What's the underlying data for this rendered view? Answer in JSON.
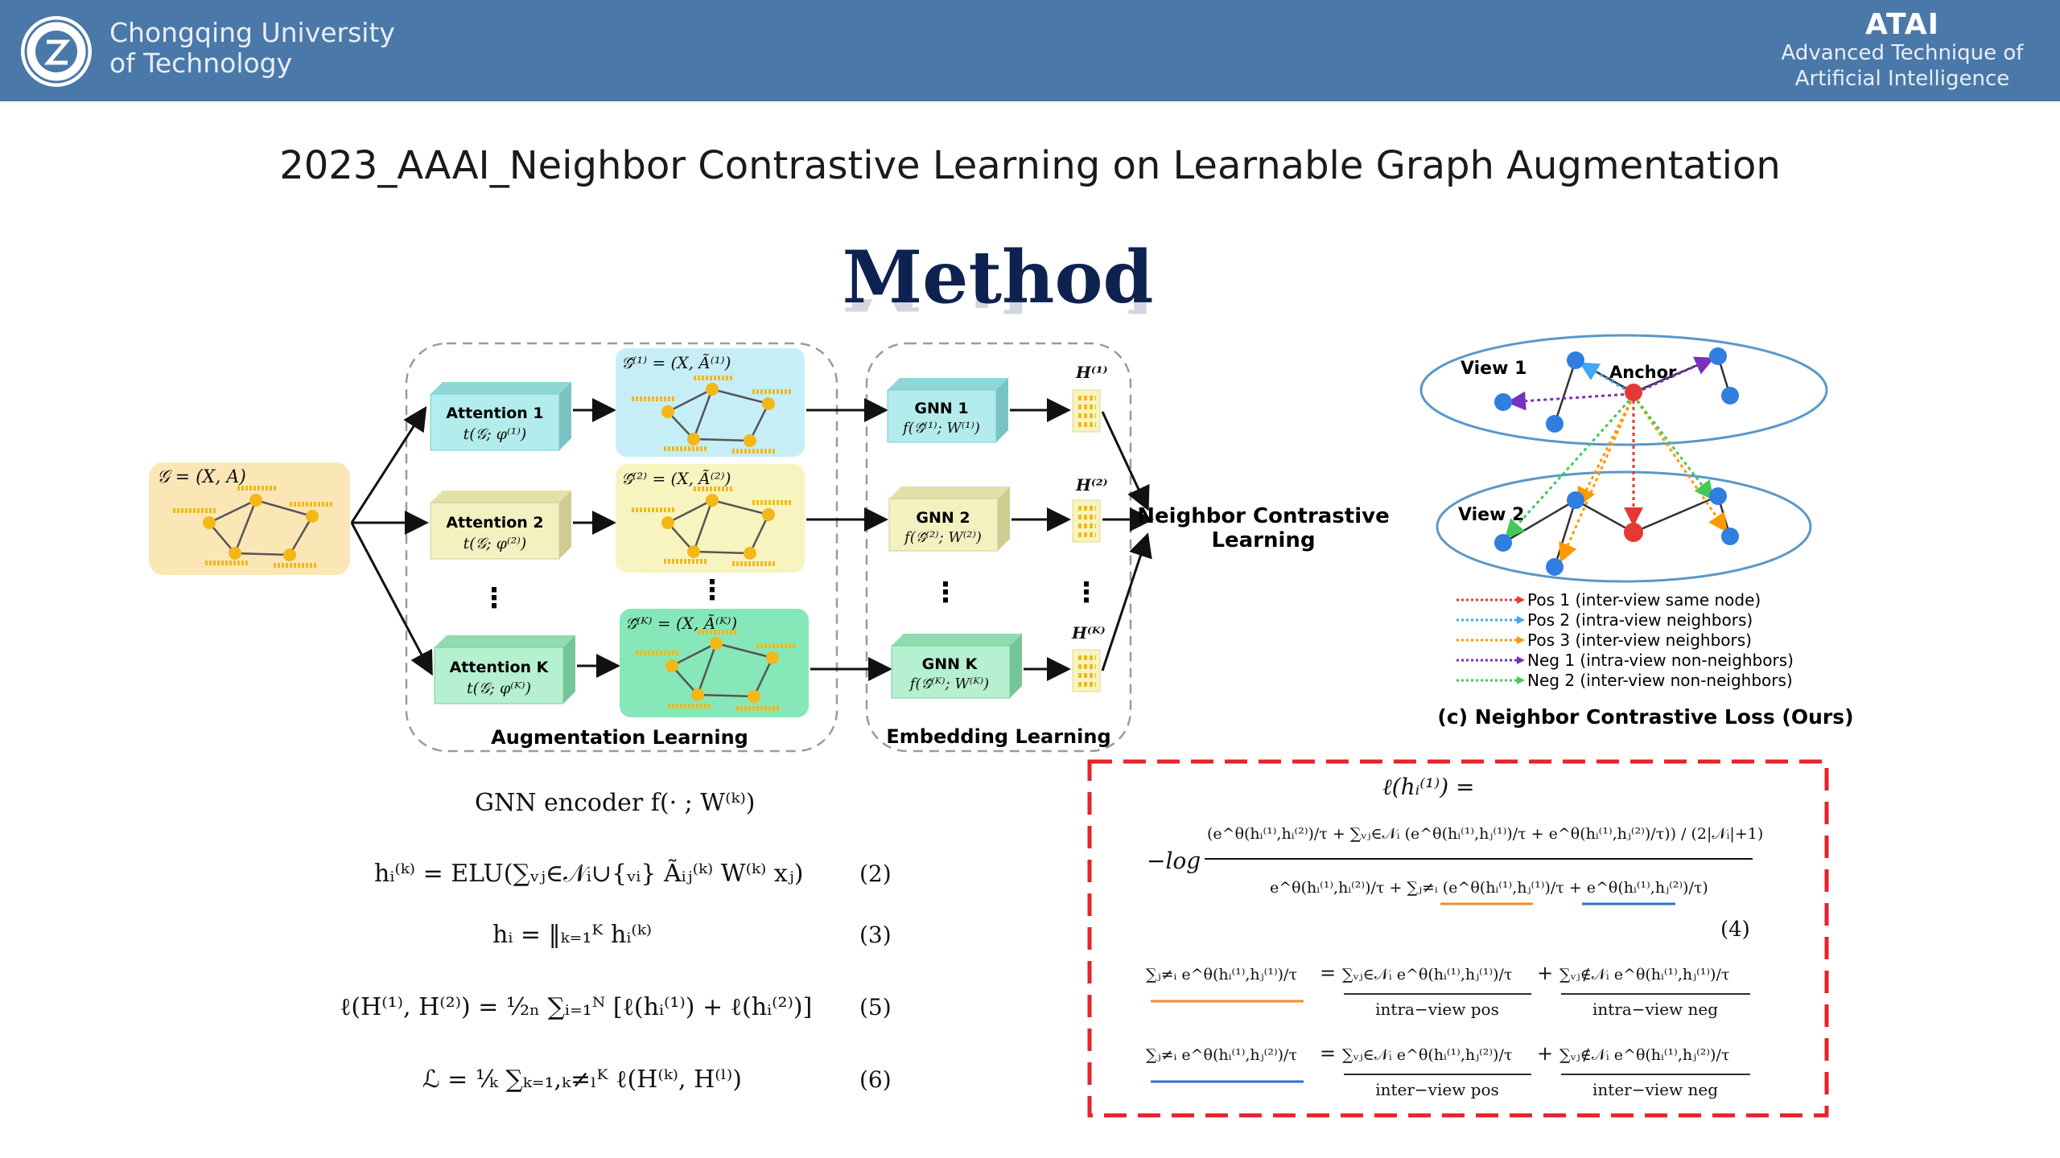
{
  "header": {
    "university_line1": "Chongqing University",
    "university_line2": "of Technology",
    "brand": "ATAI",
    "brand_sub1": "Advanced Technique of",
    "brand_sub2": "Artificial  Intelligence"
  },
  "slide_title": "2023_AAAI_Neighbor Contrastive Learning on Learnable Graph Augmentation",
  "method_title": "Method",
  "pipeline": {
    "input_graph": "𝒢 = (X, A)",
    "attention": [
      {
        "name": "Attention 1",
        "formula": "t(𝒢; φ⁽¹⁾)"
      },
      {
        "name": "Attention 2",
        "formula": "t(𝒢; φ⁽²⁾)"
      },
      {
        "name": "Attention K",
        "formula": "t(𝒢; φ⁽ᴷ⁾)"
      }
    ],
    "aug_graphs": [
      "𝒢̃⁽¹⁾ = (X, Ã⁽¹⁾)",
      "𝒢̃⁽²⁾ = (X, Ã⁽²⁾)",
      "𝒢̃⁽ᴷ⁾ = (X, Ã⁽ᴷ⁾)"
    ],
    "gnn": [
      {
        "name": "GNN 1",
        "formula": "f(𝒢̃⁽¹⁾; W⁽¹⁾)"
      },
      {
        "name": "GNN 2",
        "formula": "f(𝒢̃⁽²⁾; W⁽²⁾)"
      },
      {
        "name": "GNN K",
        "formula": "f(𝒢̃⁽ᴷ⁾; W⁽ᴷ⁾)"
      }
    ],
    "embeddings": [
      "H⁽¹⁾",
      "H⁽²⁾",
      "H⁽ᴷ⁾"
    ],
    "dots": "⋮",
    "augmentation_label": "Augmentation Learning",
    "embedding_label": "Embedding Learning",
    "target_line1": "Neighbor Contrastive",
    "target_line2": "Learning"
  },
  "loss_panel": {
    "view1": "View 1",
    "view2": "View 2",
    "anchor": "Anchor",
    "legend": [
      {
        "label": "Pos 1 (inter-view same node)",
        "color": "#e53935"
      },
      {
        "label": "Pos 2 (intra-view neighbors)",
        "color": "#42a5f5"
      },
      {
        "label": "Pos 3 (inter-view neighbors)",
        "color": "#ff9800"
      },
      {
        "label": "Neg 1 (intra-view non-neighbors)",
        "color": "#7b2fbe"
      },
      {
        "label": "Neg 2 (inter-view non-neighbors)",
        "color": "#43c85a"
      }
    ],
    "caption": "(c) Neighbor Contrastive Loss (Ours)"
  },
  "equations": {
    "gnn_encoder": "GNN  encoder f(· ; W⁽ᵏ⁾)",
    "eq2": "hᵢ⁽ᵏ⁾ = ELU(∑ᵥⱼ∈𝒩ᵢ∪{ᵥᵢ} Ãᵢⱼ⁽ᵏ⁾ W⁽ᵏ⁾ xⱼ)",
    "eq2_num": "(2)",
    "eq3": "hᵢ = ‖ₖ₌₁ᴷ hᵢ⁽ᵏ⁾",
    "eq3_num": "(3)",
    "eq5": "ℓ(H⁽¹⁾, H⁽²⁾) = ¹⁄₂ₙ ∑ᵢ₌₁ᴺ [ℓ(hᵢ⁽¹⁾) + ℓ(hᵢ⁽²⁾)]",
    "eq5_num": "(5)",
    "eq6": "ℒ = ¹⁄ₖ ∑ₖ₌₁,ₖ≠ₗᴷ ℓ(H⁽ᵏ⁾, H⁽ˡ⁾)",
    "eq6_num": "(6)"
  },
  "boxed": {
    "lhs": "ℓ(hᵢ⁽¹⁾) =",
    "neglog": "−log",
    "numerator": "(e^θ(hᵢ⁽¹⁾,hᵢ⁽²⁾)/τ + ∑ᵥⱼ∈𝒩ᵢ (e^θ(hᵢ⁽¹⁾,hⱼ⁽¹⁾)/τ + e^θ(hᵢ⁽¹⁾,hⱼ⁽²⁾)/τ)) / (2|𝒩ᵢ|+1)",
    "denominator": "e^θ(hᵢ⁽¹⁾,hᵢ⁽²⁾)/τ + ∑ⱼ≠ᵢ (e^θ(hᵢ⁽¹⁾,hⱼ⁽¹⁾)/τ + e^θ(hᵢ⁽¹⁾,hⱼ⁽²⁾)/τ)",
    "eq4_num": "(4)",
    "row1_lhs": "∑ⱼ≠ᵢ e^θ(hᵢ⁽¹⁾,hⱼ⁽¹⁾)/τ",
    "row1_pos": "∑ᵥⱼ∈𝒩ᵢ e^θ(hᵢ⁽¹⁾,hⱼ⁽¹⁾)/τ",
    "row1_neg": "∑ᵥⱼ∉𝒩ᵢ e^θ(hᵢ⁽¹⁾,hⱼ⁽¹⁾)/τ",
    "row2_lhs": "∑ⱼ≠ᵢ e^θ(hᵢ⁽¹⁾,hⱼ⁽²⁾)/τ",
    "row2_pos": "∑ᵥⱼ∈𝒩ᵢ e^θ(hᵢ⁽¹⁾,hⱼ⁽²⁾)/τ",
    "row2_neg": "∑ᵥⱼ∉𝒩ᵢ e^θ(hᵢ⁽¹⁾,hⱼ⁽²⁾)/τ",
    "equals": "=",
    "plus": "+",
    "intra_pos": "intra−view pos",
    "intra_neg": "intra−view neg",
    "inter_pos": "inter−view pos",
    "inter_neg": "inter−view neg"
  },
  "colors": {
    "header": "#4a78a9",
    "attention_box": "#b3ecec",
    "aug1_bg": "#c6eef7",
    "aug2_bg": "#f7f4c0",
    "augk_bg": "#86e8b8",
    "gnn_green": "#b5f0d0",
    "gnn_yellow": "#f3f1c0",
    "input_bg": "#fbe6b6",
    "node": "#f3b817",
    "red_box": "#e8222a",
    "view_node": "#2f7ee0",
    "anchor": "#e53935"
  }
}
